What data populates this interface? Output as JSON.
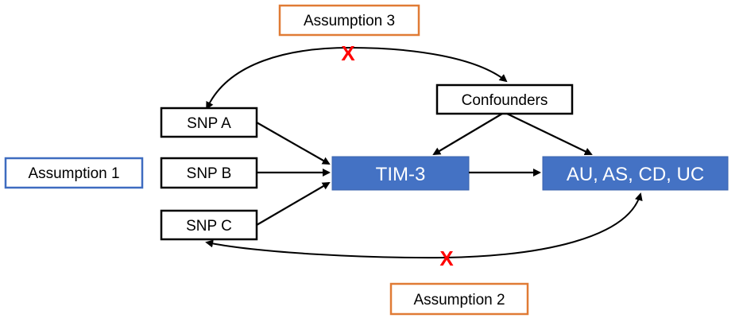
{
  "nodes": {
    "assumption_3": "Assumption 3",
    "assumption_1": "Assumption 1",
    "assumption_2": "Assumption 2",
    "snp_a": "SNP A",
    "snp_b": "SNP B",
    "snp_c": "SNP C",
    "confounders": "Confounders",
    "tim3": "TIM-3",
    "outcomes": "AU, AS, CD, UC"
  },
  "violations": {
    "assumption_3_mark": "X",
    "assumption_2_mark": "X"
  },
  "colors": {
    "orange_border": "#e07b35",
    "blue_border": "#3e6cc0",
    "blue_fill": "#4472c4",
    "violation_red": "#ff0000",
    "line": "#000000"
  }
}
